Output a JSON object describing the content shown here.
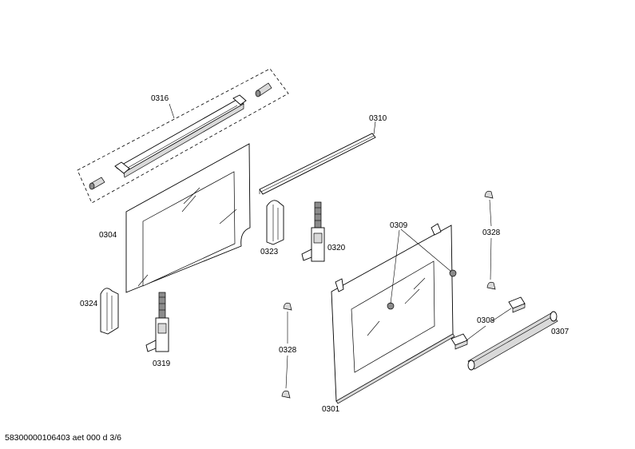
{
  "labels": {
    "p0316": "0316",
    "p0310": "0310",
    "p0304": "0304",
    "p0323": "0323",
    "p0320": "0320",
    "p0309": "0309",
    "p0328a": "0328",
    "p0324": "0324",
    "p0319": "0319",
    "p0328b": "0328",
    "p0308": "0308",
    "p0307": "0307",
    "p0301": "0301"
  },
  "footer": "58300000106403 aet 000 d 3/6"
}
